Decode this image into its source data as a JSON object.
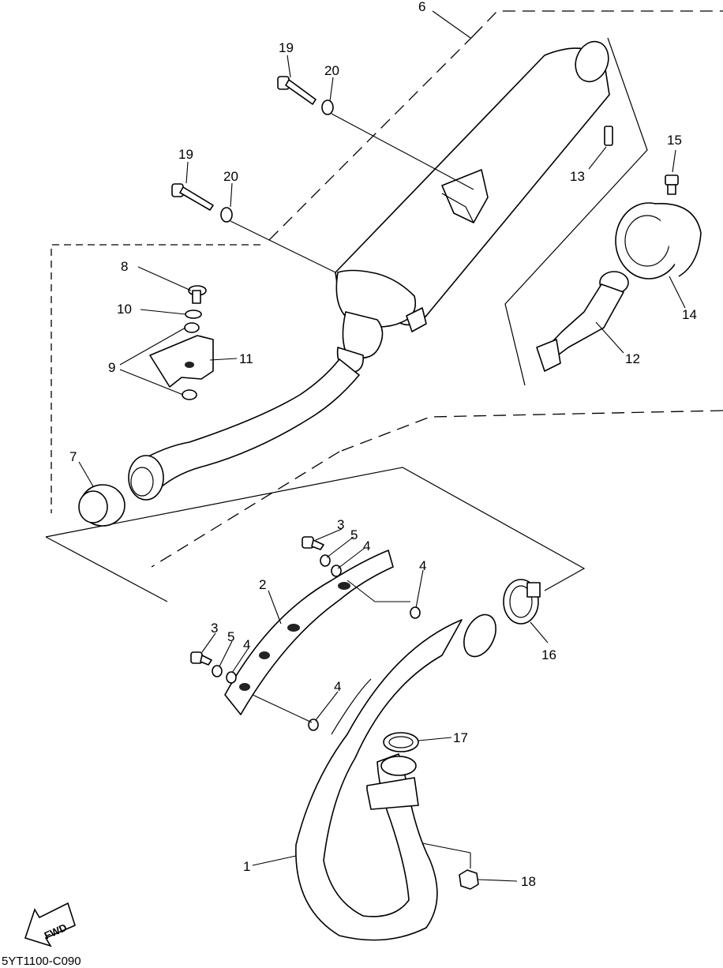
{
  "callouts": {
    "c1": "1",
    "c2": "2",
    "c3a": "3",
    "c3b": "3",
    "c4a": "4",
    "c4b": "4",
    "c4c": "4",
    "c4d": "4",
    "c5a": "5",
    "c5b": "5",
    "c6": "6",
    "c7": "7",
    "c8": "8",
    "c9": "9",
    "c10": "10",
    "c11": "11",
    "c12": "12",
    "c13": "13",
    "c14": "14",
    "c15": "15",
    "c16": "16",
    "c17": "17",
    "c18": "18",
    "c19a": "19",
    "c19b": "19",
    "c20a": "20",
    "c20b": "20"
  },
  "fwd_label": "FWD",
  "diagram_code": "5YT1100-C090",
  "icons": {
    "fwd": "fwd-arrow-icon"
  }
}
